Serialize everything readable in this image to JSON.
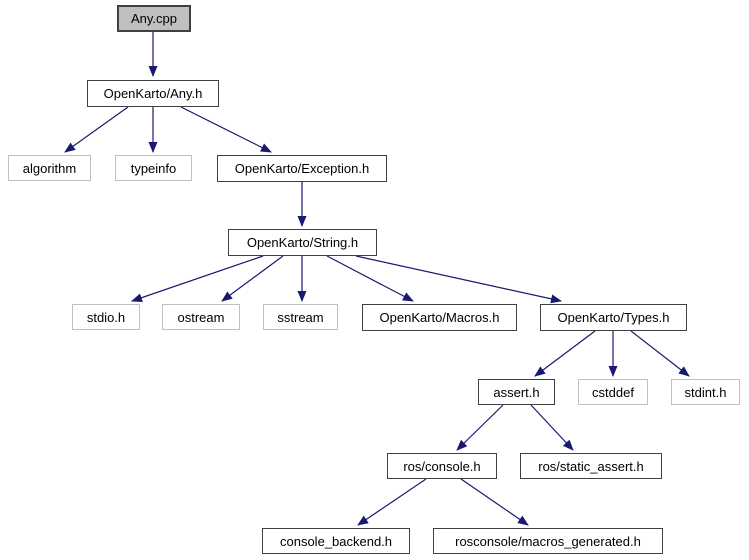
{
  "diagram": {
    "kind": "include-dependency-graph",
    "colors": {
      "arrow": "#191970",
      "border_linked": "#404040",
      "border_leaf": "#c0c0c0",
      "root_fill": "#bfbfbf",
      "node_fill": "#ffffff",
      "text": "#000000",
      "background": "#ffffff"
    },
    "nodes": [
      {
        "id": "any-cpp",
        "label": "Any.cpp",
        "kind": "root"
      },
      {
        "id": "openkarto-any-h",
        "label": "OpenKarto/Any.h",
        "kind": "linked"
      },
      {
        "id": "algorithm",
        "label": "algorithm",
        "kind": "leaf"
      },
      {
        "id": "typeinfo",
        "label": "typeinfo",
        "kind": "leaf"
      },
      {
        "id": "openkarto-exception-h",
        "label": "OpenKarto/Exception.h",
        "kind": "linked"
      },
      {
        "id": "openkarto-string-h",
        "label": "OpenKarto/String.h",
        "kind": "linked"
      },
      {
        "id": "stdio-h",
        "label": "stdio.h",
        "kind": "leaf"
      },
      {
        "id": "ostream",
        "label": "ostream",
        "kind": "leaf"
      },
      {
        "id": "sstream",
        "label": "sstream",
        "kind": "leaf"
      },
      {
        "id": "openkarto-macros-h",
        "label": "OpenKarto/Macros.h",
        "kind": "linked"
      },
      {
        "id": "openkarto-types-h",
        "label": "OpenKarto/Types.h",
        "kind": "linked"
      },
      {
        "id": "assert-h",
        "label": "assert.h",
        "kind": "linked"
      },
      {
        "id": "cstddef",
        "label": "cstddef",
        "kind": "leaf"
      },
      {
        "id": "stdint-h",
        "label": "stdint.h",
        "kind": "leaf"
      },
      {
        "id": "ros-console-h",
        "label": "ros/console.h",
        "kind": "linked"
      },
      {
        "id": "ros-static-assert-h",
        "label": "ros/static_assert.h",
        "kind": "linked"
      },
      {
        "id": "console-backend-h",
        "label": "console_backend.h",
        "kind": "linked"
      },
      {
        "id": "rosconsole-macros-generated-h",
        "label": "rosconsole/macros_generated.h",
        "kind": "linked"
      }
    ],
    "edges": [
      {
        "from": "any-cpp",
        "to": "openkarto-any-h"
      },
      {
        "from": "openkarto-any-h",
        "to": "algorithm"
      },
      {
        "from": "openkarto-any-h",
        "to": "typeinfo"
      },
      {
        "from": "openkarto-any-h",
        "to": "openkarto-exception-h"
      },
      {
        "from": "openkarto-exception-h",
        "to": "openkarto-string-h"
      },
      {
        "from": "openkarto-string-h",
        "to": "stdio-h"
      },
      {
        "from": "openkarto-string-h",
        "to": "ostream"
      },
      {
        "from": "openkarto-string-h",
        "to": "sstream"
      },
      {
        "from": "openkarto-string-h",
        "to": "openkarto-macros-h"
      },
      {
        "from": "openkarto-string-h",
        "to": "openkarto-types-h"
      },
      {
        "from": "openkarto-types-h",
        "to": "assert-h"
      },
      {
        "from": "openkarto-types-h",
        "to": "cstddef"
      },
      {
        "from": "openkarto-types-h",
        "to": "stdint-h"
      },
      {
        "from": "assert-h",
        "to": "ros-console-h"
      },
      {
        "from": "assert-h",
        "to": "ros-static-assert-h"
      },
      {
        "from": "ros-console-h",
        "to": "console-backend-h"
      },
      {
        "from": "ros-console-h",
        "to": "rosconsole-macros-generated-h"
      }
    ]
  }
}
